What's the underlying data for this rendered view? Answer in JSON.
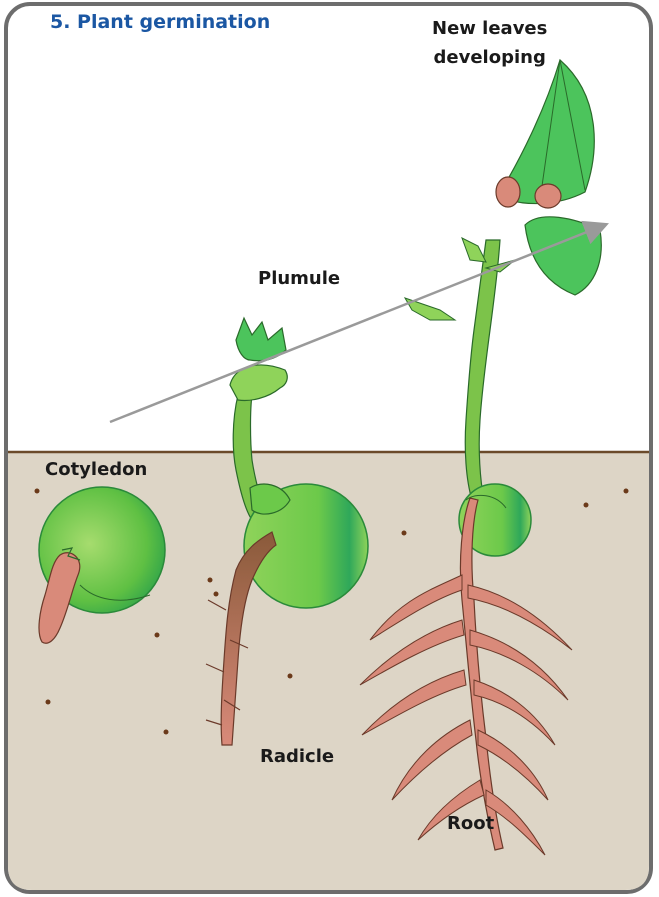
{
  "title": "5. Plant germination",
  "labels": {
    "new_leaves": "New leaves\ndeveloping",
    "plumule": "Plumule",
    "cotyledon": "Cotyledon",
    "radicle": "Radicle",
    "root": "Root"
  },
  "colors": {
    "title": "#1b57a3",
    "frame_border": "#6d6d6d",
    "soil": "#ddd5c6",
    "soil_line": "#6b4a2a",
    "leaf_green": "#4cc45c",
    "stem_green": "#7cc34a",
    "seed_green": "#6cc94a",
    "root_pink": "#d98a7a",
    "arrow_gray": "#9a9a9a"
  },
  "icons": [
    "growth-arrow"
  ]
}
